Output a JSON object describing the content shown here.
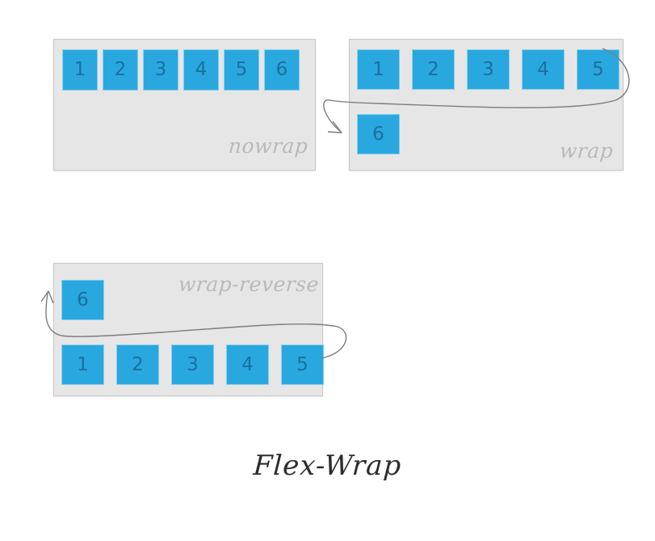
{
  "figure": {
    "title": "Flex-Wrap",
    "background_color": "#ffffff",
    "item_color": "#29a8df",
    "item_text_color": "#1d6e9e",
    "container_color": "#e6e6e6",
    "container_border_color": "#c9c9c9",
    "caption_color": "#b9b9b9",
    "arrow_color": "#7c7c7c"
  },
  "panels": [
    {
      "id": "nowrap",
      "caption": "nowrap",
      "lines": [
        {
          "items": [
            "1",
            "2",
            "3",
            "4",
            "5",
            "6"
          ]
        }
      ],
      "has_wrap_arrow": false
    },
    {
      "id": "wrap",
      "caption": "wrap",
      "lines": [
        {
          "items": [
            "1",
            "2",
            "3",
            "4",
            "5"
          ]
        },
        {
          "items": [
            "6"
          ]
        }
      ],
      "has_wrap_arrow": true,
      "arrow_direction": "right-edge-down-to-next-line-left"
    },
    {
      "id": "wrap-reverse",
      "caption": "wrap-reverse",
      "lines": [
        {
          "items": [
            "6"
          ]
        },
        {
          "items": [
            "1",
            "2",
            "3",
            "4",
            "5"
          ]
        }
      ],
      "has_wrap_arrow": true,
      "arrow_direction": "right-edge-up-to-previous-line-left"
    }
  ],
  "items": {
    "nowrap": [
      "1",
      "2",
      "3",
      "4",
      "5",
      "6"
    ],
    "wrap_line1": [
      "1",
      "2",
      "3",
      "4",
      "5"
    ],
    "wrap_line2": [
      "6"
    ],
    "wrapreverse_line1": [
      "6"
    ],
    "wrapreverse_line2": [
      "1",
      "2",
      "3",
      "4",
      "5"
    ]
  }
}
